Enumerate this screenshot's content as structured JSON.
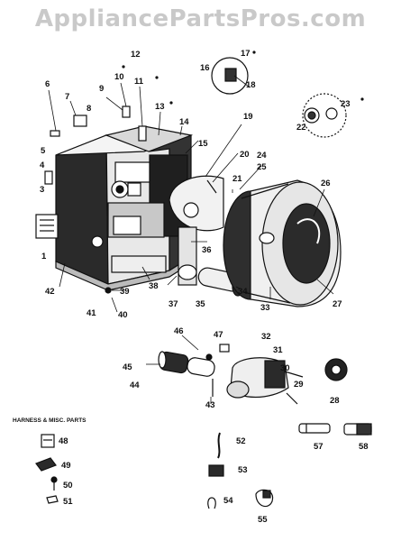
{
  "watermark": "AppliancePartsPros.com",
  "section_label": "HARNESS & MISC. PARTS",
  "callouts": [
    "1",
    "3",
    "4",
    "5",
    "6",
    "7",
    "8",
    "9",
    "10",
    "11",
    "12",
    "13",
    "14",
    "15",
    "16",
    "17",
    "18",
    "19",
    "20",
    "21",
    "22",
    "23",
    "24",
    "25",
    "26",
    "27",
    "28",
    "29",
    "30",
    "31",
    "32",
    "33",
    "34",
    "35",
    "36",
    "37",
    "38",
    "39",
    "40",
    "41",
    "42",
    "43",
    "44",
    "45",
    "46",
    "47",
    "48",
    "49",
    "50",
    "51",
    "52",
    "53",
    "54",
    "55",
    "57",
    "58"
  ]
}
